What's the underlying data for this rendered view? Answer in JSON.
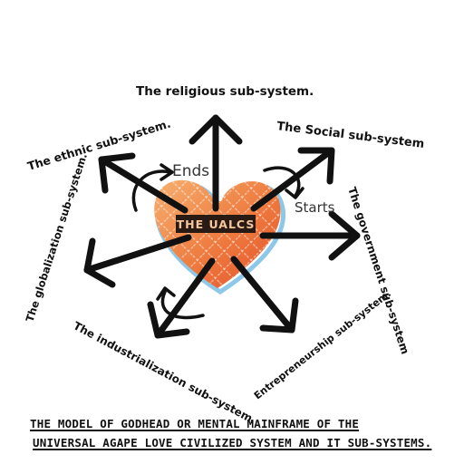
{
  "center_label": "THE UALCS",
  "arrow_labels": {
    "ends": "Ends",
    "starts": "Starts"
  },
  "subsystems": {
    "religious": "The religious sub-system.",
    "social": "The Social sub-system",
    "ethnic": "The ethnic sub-system.",
    "government": "The government sub-system",
    "globalization": "The globalization sub-system.",
    "industrialization": "The industrialization sub-system.",
    "entrepreneurship": "Entrepreneurship sub-system."
  },
  "caption": {
    "line1": "THE MODEL OF GODHEAD OR MENTAL MAINFRAME OF THE",
    "line2": "UNIVERSAL AGAPE LOVE CIVILIZED SYSTEM AND IT SUB-SYSTEMS."
  },
  "colors": {
    "heart_light": "#f0a050",
    "heart_dark": "#e85a30",
    "heart_outline": "#8ec8e8",
    "arrow": "#111111",
    "center_label_bg": "#2a1a14",
    "center_label_text": "#f5c69c"
  }
}
